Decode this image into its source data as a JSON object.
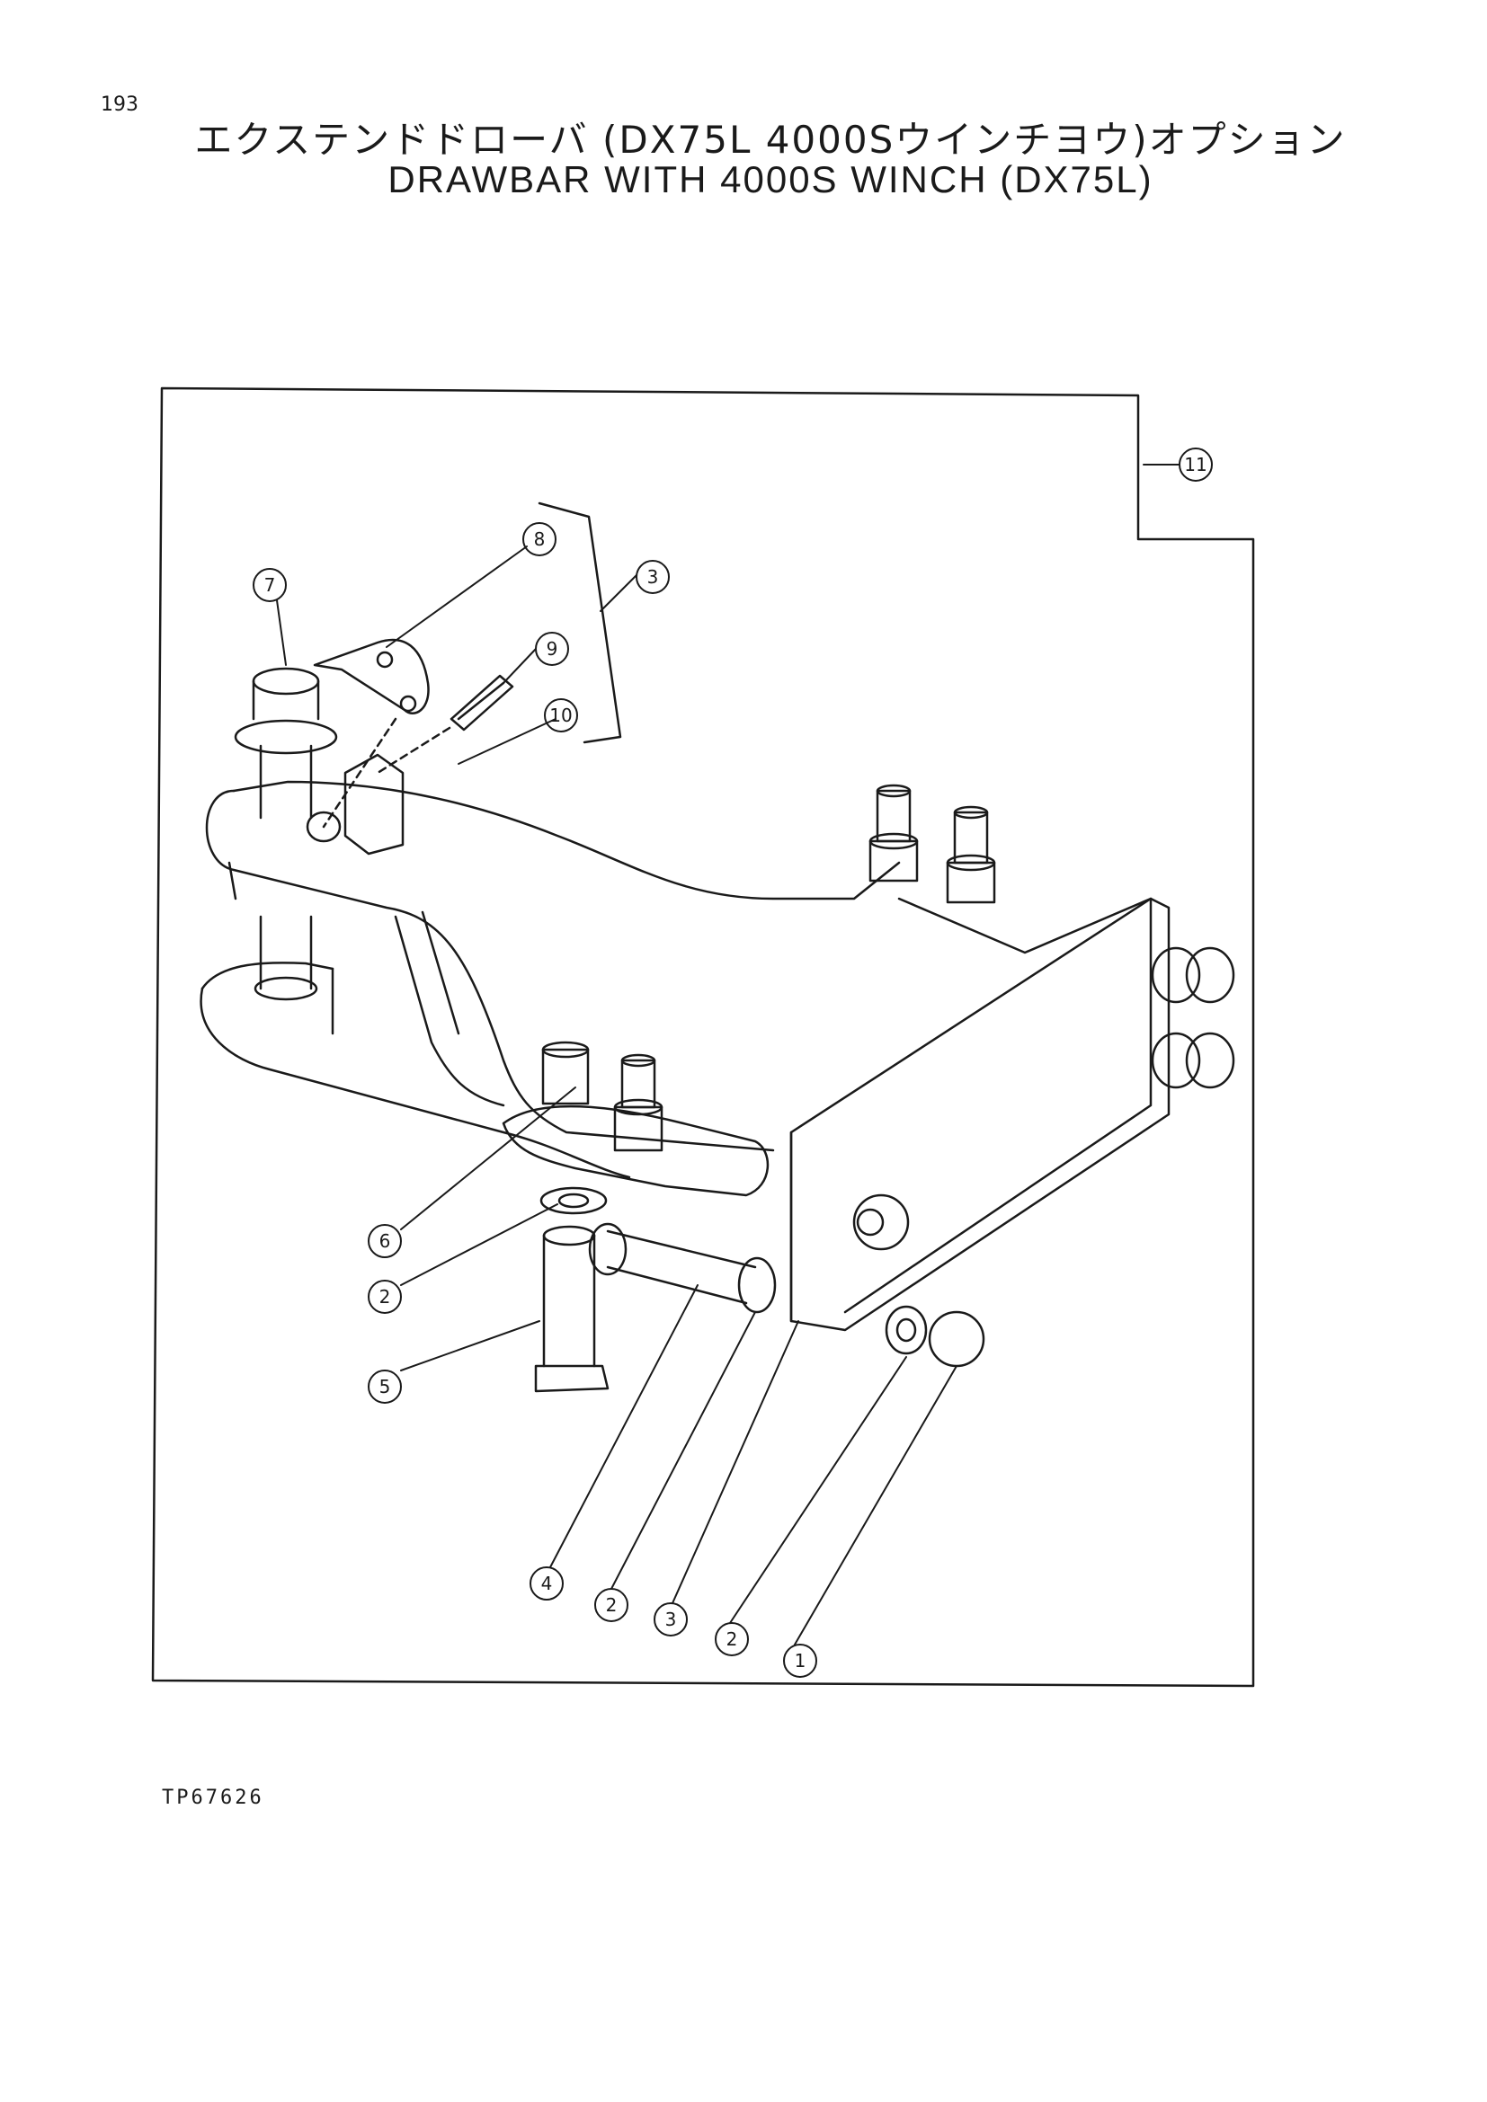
{
  "page": {
    "number": "193",
    "title_jp": "エクステンドドローバ (DX75L 4000Sウインチヨウ)オプション",
    "title_en": "DRAWBAR WITH 4000S WINCH (DX75L)",
    "ref_code": "TP67626"
  },
  "callouts": [
    {
      "key": "c11",
      "label": "11"
    },
    {
      "key": "c8",
      "label": "8"
    },
    {
      "key": "c3a",
      "label": "3"
    },
    {
      "key": "c7",
      "label": "7"
    },
    {
      "key": "c9",
      "label": "9"
    },
    {
      "key": "c10",
      "label": "10"
    },
    {
      "key": "c6",
      "label": "6"
    },
    {
      "key": "c2a",
      "label": "2"
    },
    {
      "key": "c5",
      "label": "5"
    },
    {
      "key": "c4",
      "label": "4"
    },
    {
      "key": "c2b",
      "label": "2"
    },
    {
      "key": "c3b",
      "label": "3"
    },
    {
      "key": "c2c",
      "label": "2"
    },
    {
      "key": "c1",
      "label": "1"
    }
  ]
}
